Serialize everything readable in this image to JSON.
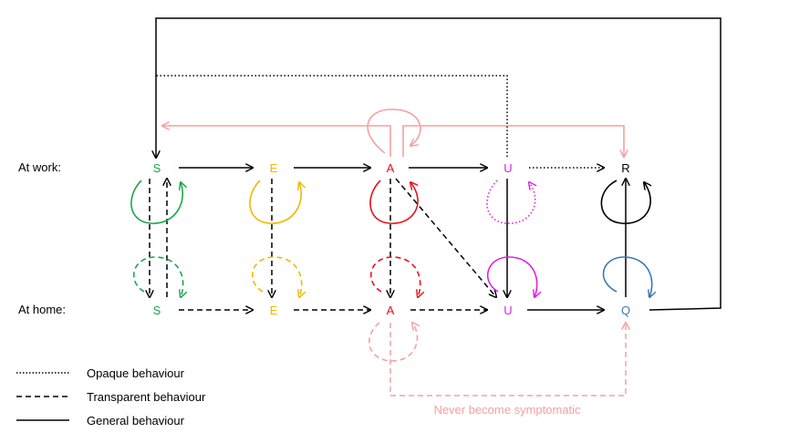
{
  "rows": {
    "work_label": "At work:",
    "home_label": "At home:"
  },
  "nodes": {
    "work": [
      {
        "id": "S",
        "label": "S",
        "color": "#1aa64a"
      },
      {
        "id": "E",
        "label": "E",
        "color": "#f0b800"
      },
      {
        "id": "A",
        "label": "A",
        "color": "#e8101a"
      },
      {
        "id": "U",
        "label": "U",
        "color": "#e020e0"
      },
      {
        "id": "R",
        "label": "R",
        "color": "#000000"
      }
    ],
    "home": [
      {
        "id": "S",
        "label": "S",
        "color": "#1aa64a"
      },
      {
        "id": "E",
        "label": "E",
        "color": "#f0b800"
      },
      {
        "id": "A",
        "label": "A",
        "color": "#e8101a"
      },
      {
        "id": "U",
        "label": "U",
        "color": "#e020e0"
      },
      {
        "id": "Q",
        "label": "Q",
        "color": "#3a78b5"
      }
    ]
  },
  "legend": {
    "opaque": "Opaque behaviour",
    "transparent": "Transparent behaviour",
    "general": "General behaviour"
  },
  "annotation": {
    "never_symptomatic": "Never become symptomatic",
    "color": "#f4a0a0"
  },
  "colors": {
    "salmon": "#f4a0a0",
    "black": "#000000"
  }
}
